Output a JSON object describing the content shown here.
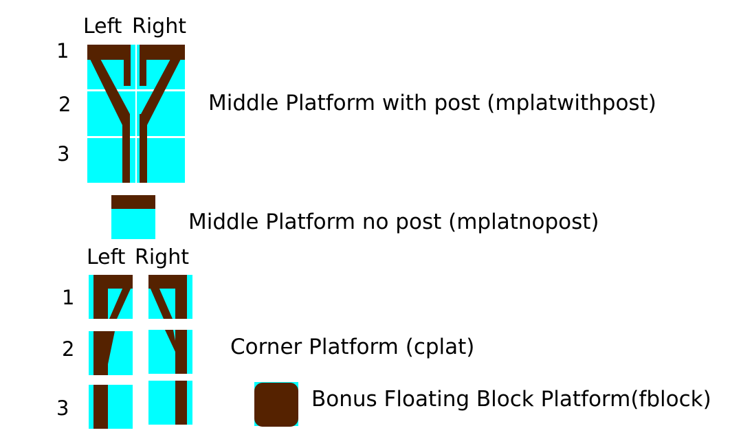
{
  "colors": {
    "cyan": "#00ffff",
    "brown": "#552200",
    "background": "#ffffff"
  },
  "section_mplatwithpost": {
    "col_left": "Left",
    "col_right": "Right",
    "rows": [
      "1",
      "2",
      "3"
    ],
    "caption": "Middle Platform  with post (mplatwithpost)"
  },
  "section_mplatnopost": {
    "caption": "Middle Platform no post (mplatnopost)"
  },
  "section_cplat": {
    "col_left": "Left",
    "col_right": "Right",
    "rows": [
      "1",
      "2",
      "3"
    ],
    "caption": "Corner Platform (cplat)"
  },
  "section_fblock": {
    "caption": "Bonus Floating Block Platform(fblock)"
  }
}
